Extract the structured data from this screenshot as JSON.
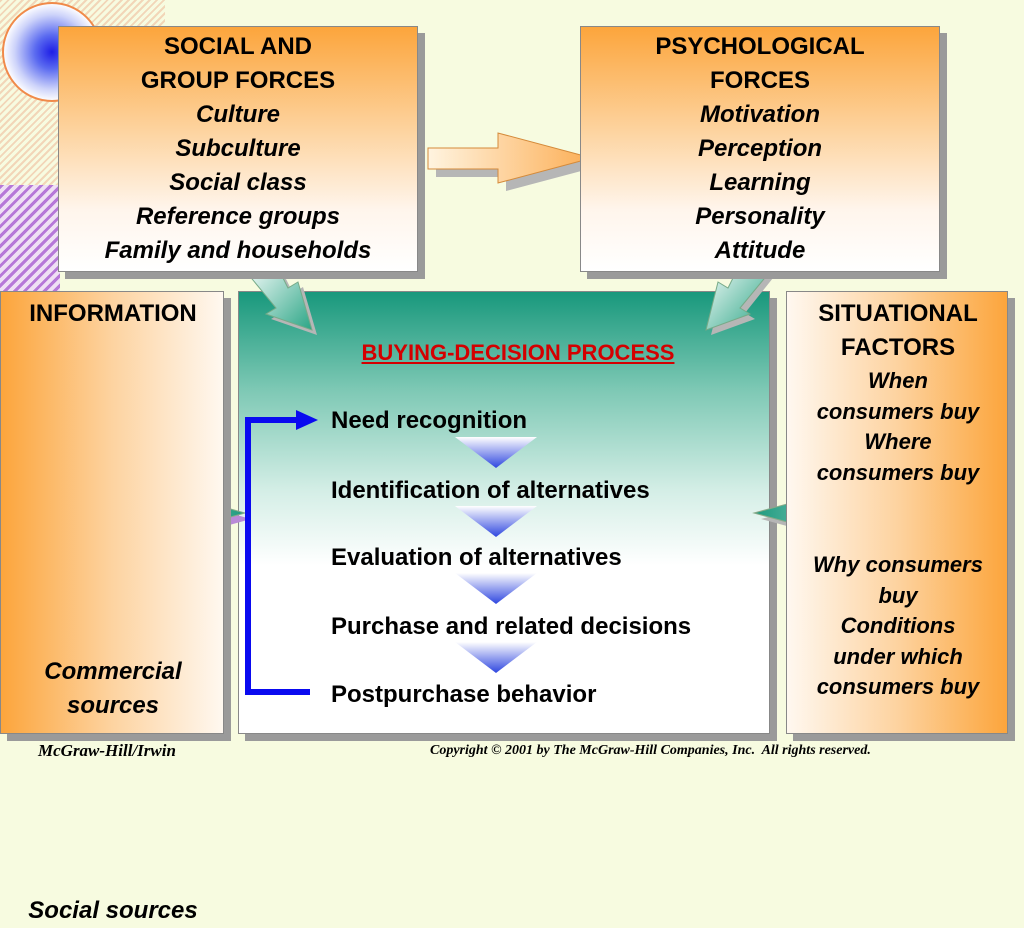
{
  "social": {
    "title_line1": "SOCIAL AND",
    "title_line2": "GROUP FORCES",
    "items": [
      "Culture",
      "Subculture",
      "Social class",
      "Reference groups",
      "Family and households"
    ]
  },
  "psych": {
    "title_line1": "PSYCHOLOGICAL",
    "title_line2": "FORCES",
    "items": [
      "Motivation",
      "Perception",
      "Learning",
      "Personality",
      "Attitude"
    ]
  },
  "information": {
    "title": "INFORMATION",
    "commercial_line1": "Commercial",
    "commercial_line2": "sources",
    "social": "Social sources"
  },
  "situational": {
    "title_line1": "SITUATIONAL",
    "title_line2": "FACTORS",
    "items": [
      "When",
      "consumers buy",
      "Where",
      "consumers buy"
    ],
    "items2": [
      "Why consumers",
      "buy",
      "Conditions",
      "under which",
      "consumers buy"
    ]
  },
  "process": {
    "title": "BUYING-DECISION PROCESS",
    "steps": [
      "Need recognition",
      "Identification of alternatives",
      "Evaluation of alternatives",
      "Purchase and related decisions",
      "Postpurchase behavior"
    ]
  },
  "footer": {
    "left": "McGraw-Hill/Irwin",
    "right": "Copyright © 2001 by The McGraw-Hill Companies, Inc.  All rights reserved."
  },
  "colors": {
    "accent_orange": "#fca53c",
    "teal": "#18987c",
    "title_red": "#d40000",
    "bracket_blue": "#0a0af0"
  }
}
